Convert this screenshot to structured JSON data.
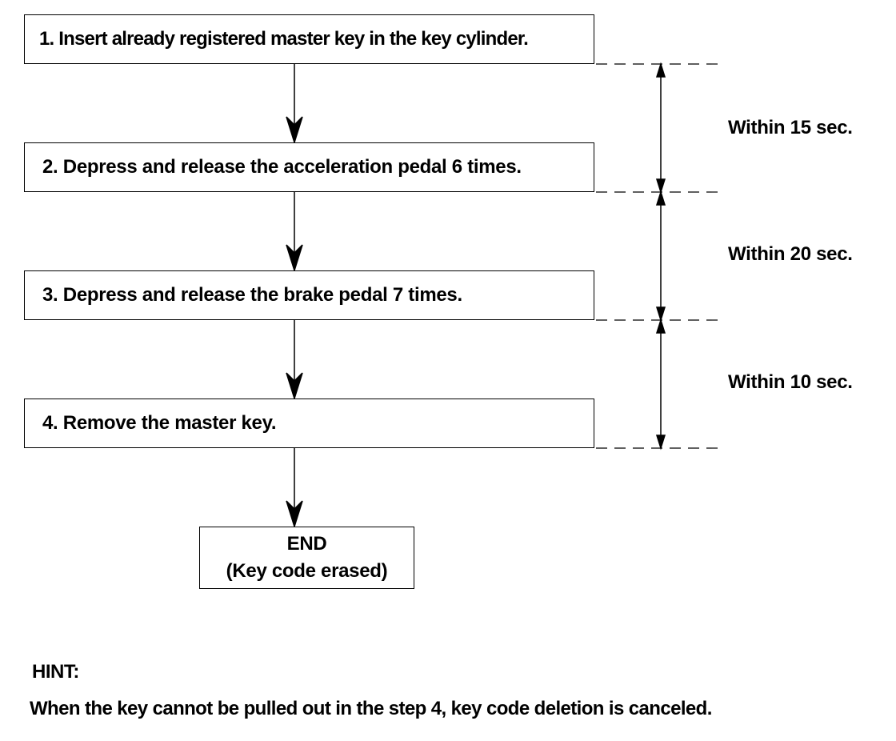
{
  "steps": [
    {
      "label": "1. Insert already registered master key in the key cylinder."
    },
    {
      "label": "2. Depress and release the acceleration pedal 6 times."
    },
    {
      "label": "3. Depress and release the brake pedal 7 times."
    },
    {
      "label": "4. Remove the master key."
    }
  ],
  "end": {
    "title": "END",
    "subtitle": "(Key code erased)"
  },
  "intervals": [
    {
      "label": "Within 15 sec."
    },
    {
      "label": "Within 20 sec."
    },
    {
      "label": "Within 10 sec."
    }
  ],
  "hint": {
    "label": "HINT:",
    "text": "When the key cannot be pulled out in the step 4, key code deletion is canceled."
  },
  "colors": {
    "line": "#000000",
    "background": "#ffffff"
  }
}
